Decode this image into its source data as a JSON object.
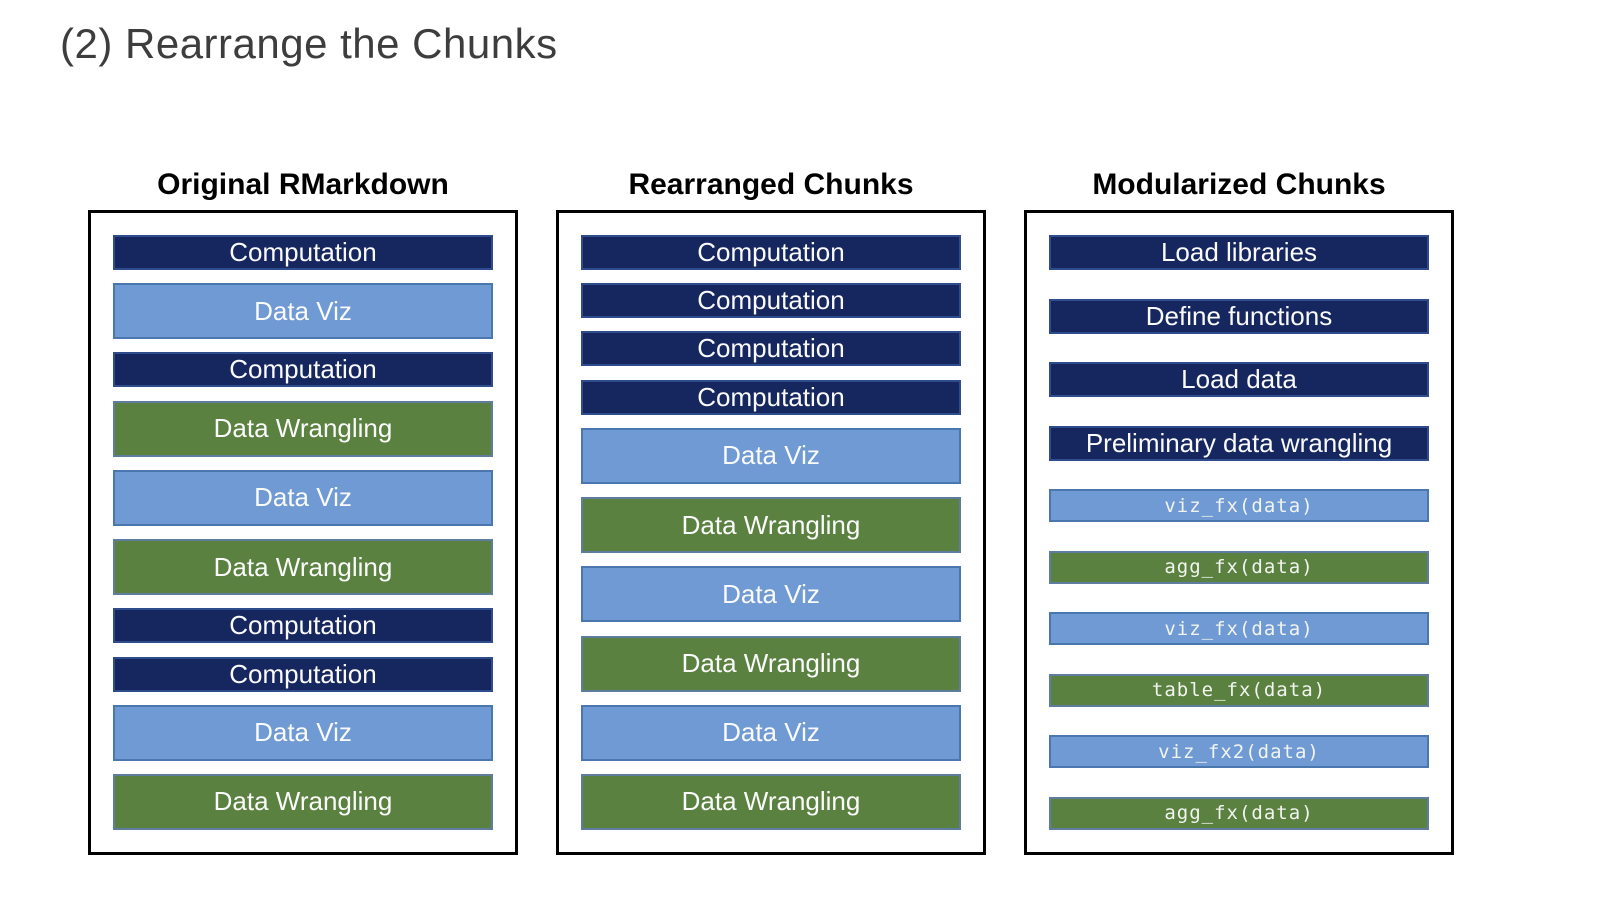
{
  "title": "(2) Rearrange the Chunks",
  "colors": {
    "title_color": "#3d3d3d",
    "panel_border": "#000000",
    "navy": "#16265f",
    "navy_border": "#2f4d8c",
    "blue": "#6f9ad3",
    "blue_border": "#4a77ae",
    "green": "#5a8140",
    "green_border": "#5f7d9e"
  },
  "columns": [
    {
      "header": "Original RMarkdown",
      "boxes": [
        {
          "label": "Computation",
          "type": "navy",
          "size": "short"
        },
        {
          "label": "Data Viz",
          "type": "blue",
          "size": "tall"
        },
        {
          "label": "Computation",
          "type": "navy",
          "size": "short"
        },
        {
          "label": "Data Wrangling",
          "type": "green",
          "size": "tall"
        },
        {
          "label": "Data Viz",
          "type": "blue",
          "size": "tall"
        },
        {
          "label": "Data Wrangling",
          "type": "green",
          "size": "tall"
        },
        {
          "label": "Computation",
          "type": "navy",
          "size": "short"
        },
        {
          "label": "Computation",
          "type": "navy",
          "size": "short"
        },
        {
          "label": "Data Viz",
          "type": "blue",
          "size": "tall"
        },
        {
          "label": "Data Wrangling",
          "type": "green",
          "size": "tall"
        }
      ]
    },
    {
      "header": "Rearranged Chunks",
      "boxes": [
        {
          "label": "Computation",
          "type": "navy",
          "size": "short"
        },
        {
          "label": "Computation",
          "type": "navy",
          "size": "short"
        },
        {
          "label": "Computation",
          "type": "navy",
          "size": "short"
        },
        {
          "label": "Computation",
          "type": "navy",
          "size": "short"
        },
        {
          "label": "Data Viz",
          "type": "blue",
          "size": "tall"
        },
        {
          "label": "Data Wrangling",
          "type": "green",
          "size": "tall"
        },
        {
          "label": "Data Viz",
          "type": "blue",
          "size": "tall"
        },
        {
          "label": "Data Wrangling",
          "type": "green",
          "size": "tall"
        },
        {
          "label": "Data Viz",
          "type": "blue",
          "size": "tall"
        },
        {
          "label": "Data Wrangling",
          "type": "green",
          "size": "tall"
        }
      ]
    },
    {
      "header": "Modularized Chunks",
      "boxes": [
        {
          "label": "Load libraries",
          "type": "navy",
          "size": "short"
        },
        {
          "label": "Define functions",
          "type": "navy",
          "size": "short"
        },
        {
          "label": "Load data",
          "type": "navy",
          "size": "short"
        },
        {
          "label": "Preliminary data wrangling",
          "type": "navy",
          "size": "short"
        },
        {
          "label": "viz_fx(data)",
          "type": "blue",
          "size": "code"
        },
        {
          "label": "agg_fx(data)",
          "type": "green",
          "size": "code"
        },
        {
          "label": "viz_fx(data)",
          "type": "blue",
          "size": "code"
        },
        {
          "label": "table_fx(data)",
          "type": "green",
          "size": "code"
        },
        {
          "label": "viz_fx2(data)",
          "type": "blue",
          "size": "code"
        },
        {
          "label": "agg_fx(data)",
          "type": "green",
          "size": "code"
        }
      ]
    }
  ]
}
